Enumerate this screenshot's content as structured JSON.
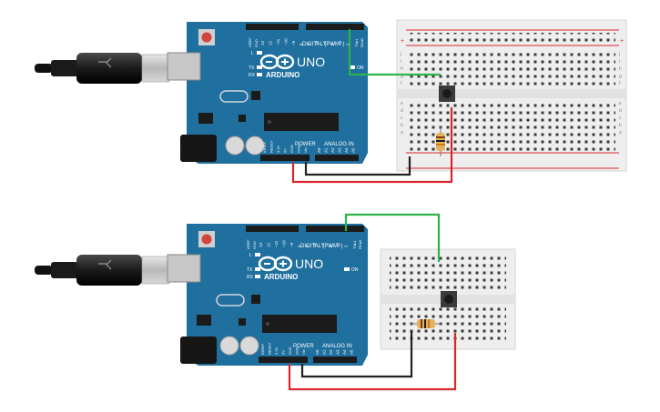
{
  "boards": [
    {
      "brand": "ARDUINO",
      "model": "UNO",
      "digital_label": "DIGITAL (PWM~)",
      "power_label": "POWER",
      "analog_label": "ANALOG IN",
      "on_label": "ON",
      "tx_label": "TX",
      "rx_label": "RX",
      "l_label": "L",
      "aref_label": "AREF",
      "gnd_label": "GND",
      "tx1_label": "TX▸1",
      "rx0_label": "RX◂0",
      "digital_pins": [
        "13",
        "12",
        "~11",
        "~10",
        "~9",
        "8",
        "7",
        "~6",
        "~5",
        "4",
        "~3",
        "2"
      ],
      "power_pins": [
        "IOREF",
        "RESET",
        "3.3V",
        "5V",
        "GND",
        "GND",
        "Vin"
      ],
      "analog_pins": [
        "A0",
        "A1",
        "A2",
        "A3",
        "A4",
        "A5"
      ]
    },
    {
      "brand": "ARDUINO",
      "model": "UNO",
      "digital_label": "DIGITAL (PWM~)",
      "power_label": "POWER",
      "analog_label": "ANALOG IN",
      "on_label": "ON",
      "tx_label": "TX",
      "rx_label": "RX",
      "l_label": "L",
      "aref_label": "AREF",
      "gnd_label": "GND",
      "tx1_label": "TX▸1",
      "rx0_label": "RX◂0",
      "digital_pins": [
        "13",
        "12",
        "~11",
        "~10",
        "~9",
        "8",
        "7",
        "~6",
        "~5",
        "4",
        "~3",
        "2"
      ],
      "power_pins": [
        "IOREF",
        "RESET",
        "3.3V",
        "5V",
        "GND",
        "GND",
        "Vin"
      ],
      "analog_pins": [
        "A0",
        "A1",
        "A2",
        "A3",
        "A4",
        "A5"
      ]
    }
  ],
  "breadboard_full": {
    "row_letters": [
      "a",
      "b",
      "c",
      "d",
      "e",
      "f",
      "g",
      "h",
      "i",
      "j"
    ],
    "rail_signs": [
      "+",
      "−"
    ]
  },
  "colors": {
    "board": "#1f6f9f",
    "header": "#1b1b1b",
    "wire_green": "#2db34a",
    "wire_red": "#d9262c",
    "wire_black": "#222222",
    "breadboard": "#eeeeee"
  }
}
